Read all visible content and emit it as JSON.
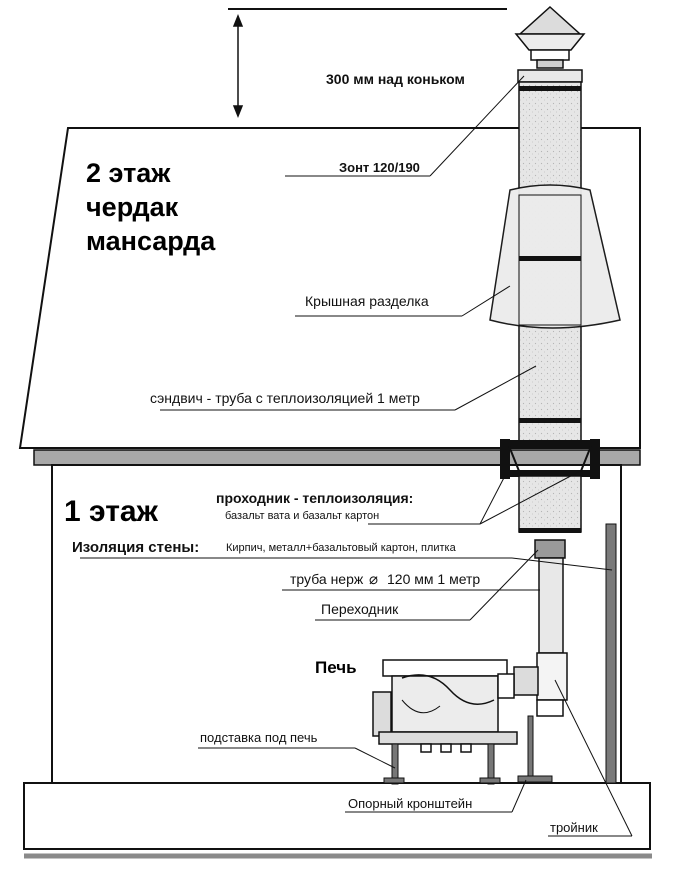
{
  "labels": {
    "height_note": "300 мм над коньком",
    "umbrella": "Зонт 120/190",
    "floor2_line1": "2 этаж",
    "floor2_line2": "чердак",
    "floor2_line3": "мансарда",
    "roof_cut": "Крышная разделка",
    "sandwich_pipe": "сэндвич - труба с теплоизоляцией 1 метр",
    "floor1": "1 этаж",
    "passage_title": "проходник - теплоизоляция:",
    "passage_sub": "базальт вата и базальт картон",
    "wall_insulation_title": "Изоляция стены:",
    "wall_insulation_text": "Кирпич, металл+базальтовый картон, плитка",
    "steel_pipe_prefix": "труба нерж",
    "steel_pipe_symbol": "⌀",
    "steel_pipe_suffix": "120 мм 1 метр",
    "adapter": "Переходник",
    "stove": "Печь",
    "stove_stand": "подставка под печь",
    "support_bracket": "Опорный кронштейн",
    "tee": "тройник"
  },
  "colors": {
    "outline": "#111111",
    "roof_fill": "#ffffff",
    "ceiling_slab": "#a8a8a8",
    "pipe_fill": "#e4e4e4",
    "cone_fill": "#ececec",
    "adapter_fill": "#9a9a9a",
    "wall_shield": "#7a7a7a",
    "ground_line": "#8a8a8a"
  }
}
